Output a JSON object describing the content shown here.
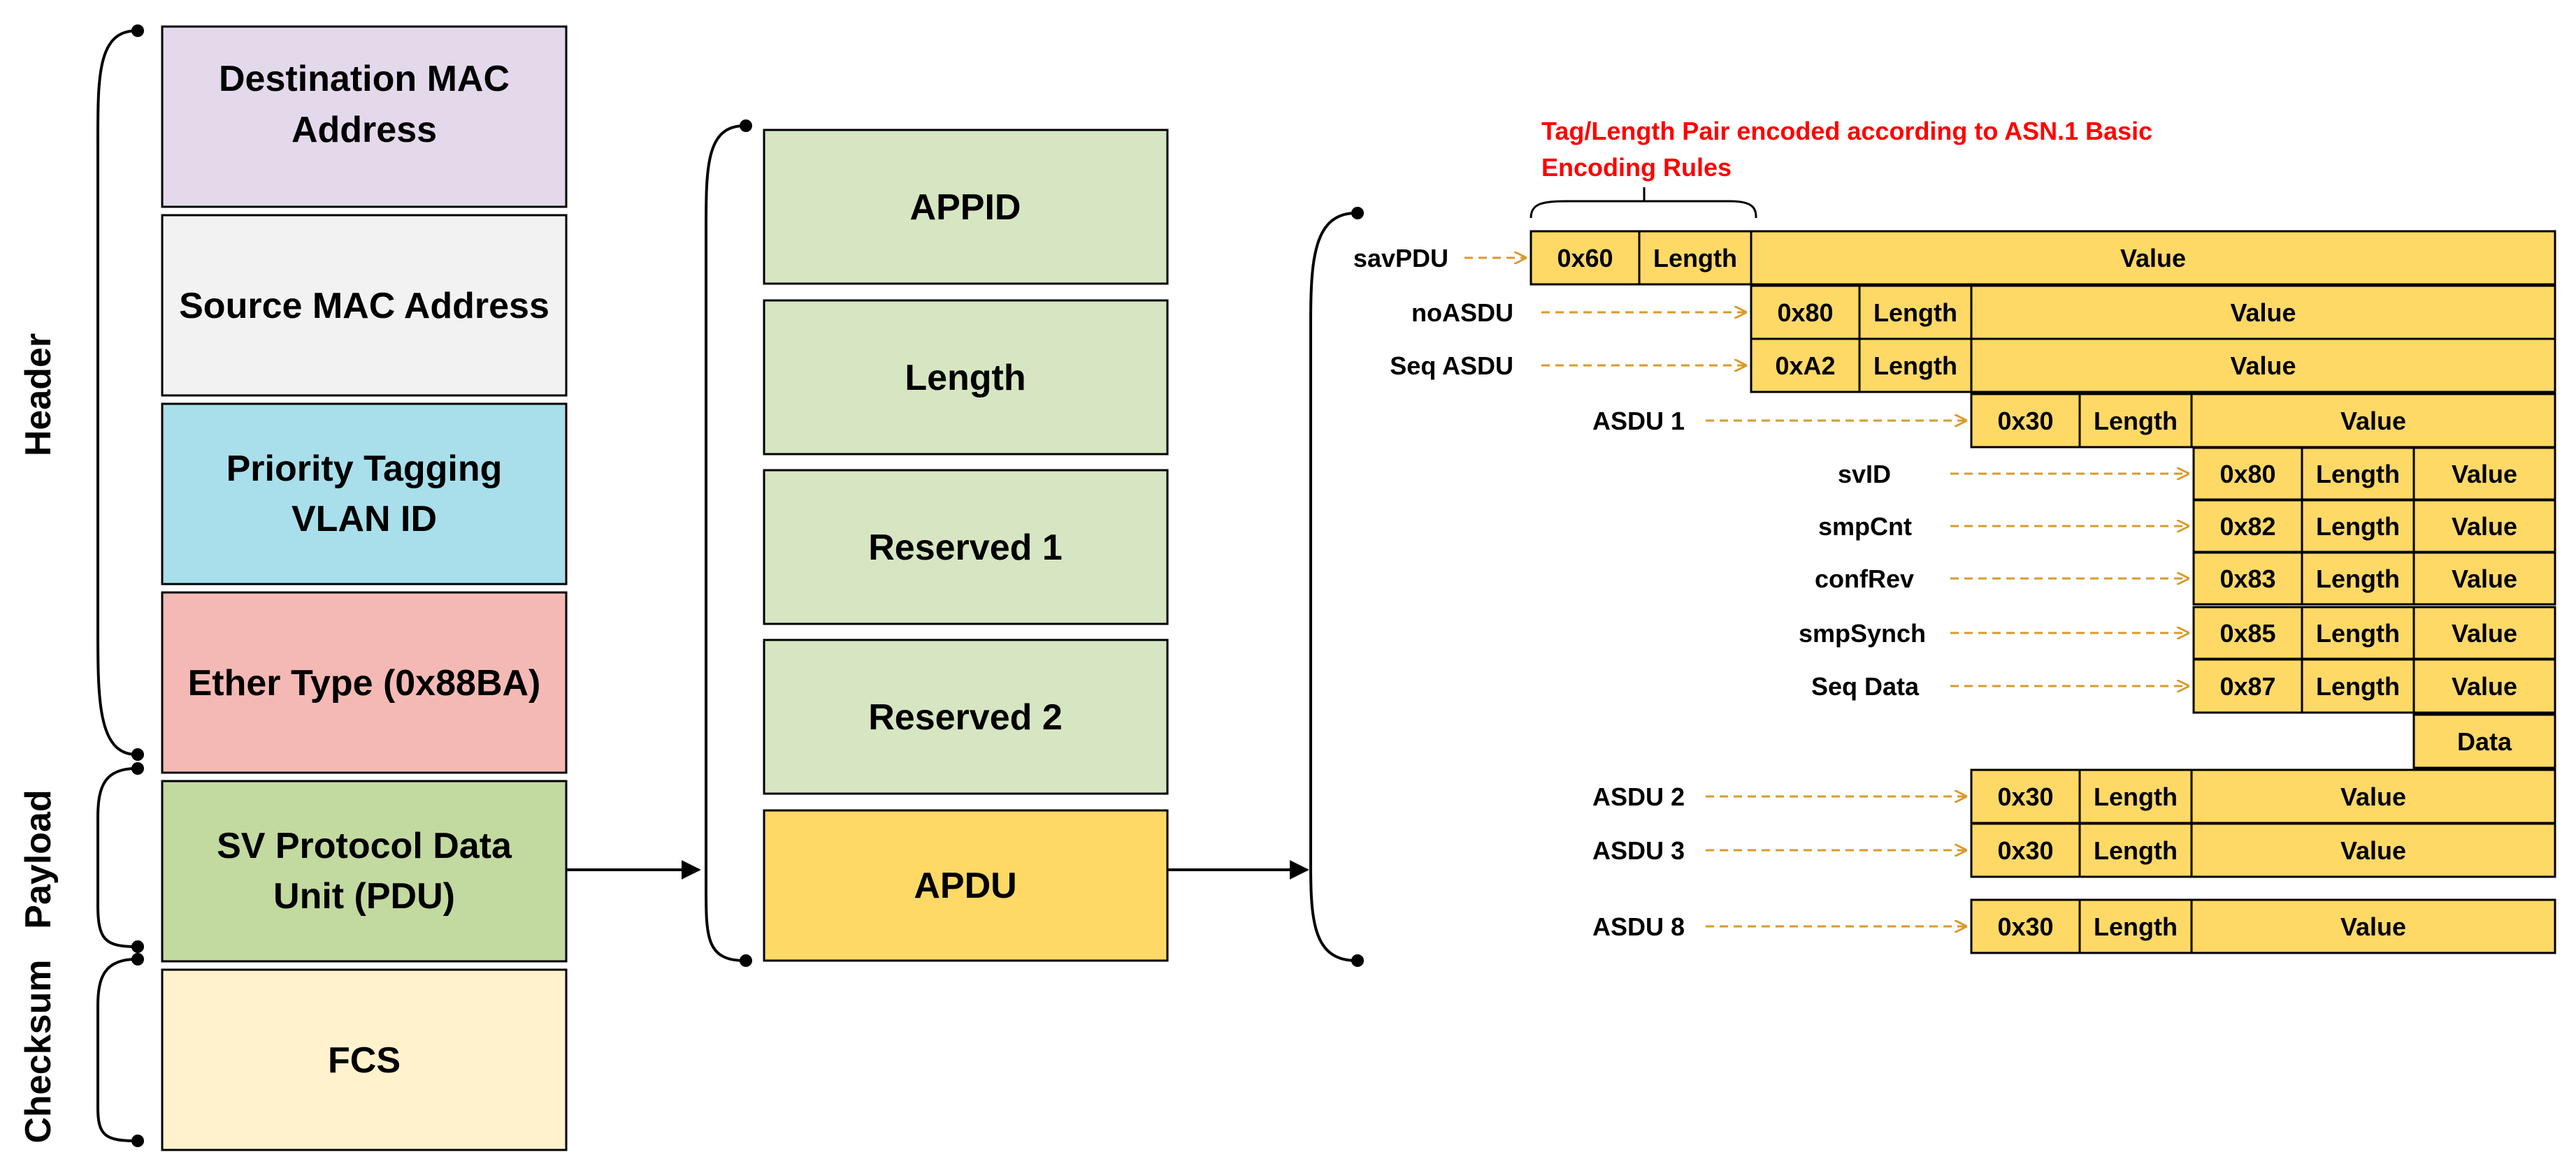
{
  "frame": {
    "fields": [
      {
        "label_lines": [
          "Destination MAC",
          "Address"
        ],
        "color": "#E3D9EB"
      },
      {
        "label_lines": [
          "Source MAC Address"
        ],
        "color": "#F2F2F2"
      },
      {
        "label_lines": [
          "Priority Tagging",
          "VLAN ID"
        ],
        "color": "#A8DFEB"
      },
      {
        "label_lines": [
          "Ether Type (0x88BA)"
        ],
        "color": "#F4B9B5"
      },
      {
        "label_lines": [
          "SV Protocol Data",
          "Unit (PDU)"
        ],
        "color": "#C2D9A0"
      },
      {
        "label_lines": [
          "FCS"
        ],
        "color": "#FFF2CC"
      }
    ],
    "brace_labels": [
      "Header",
      "Payload",
      "Checksum"
    ]
  },
  "pdu": {
    "fields": [
      {
        "label": "APPID",
        "color": "#D6E6C2"
      },
      {
        "label": "Length",
        "color": "#D6E6C2"
      },
      {
        "label": "Reserved 1",
        "color": "#D6E6C2"
      },
      {
        "label": "Reserved 2",
        "color": "#D6E6C2"
      },
      {
        "label": "APDU",
        "color": "#FFD966"
      }
    ]
  },
  "apdu": {
    "annotation_lines": [
      "Tag/Length Pair encoded according to ASN.1 Basic",
      "Encoding Rules"
    ],
    "annotation_color": "#FF0000",
    "cell_color": "#FFD966",
    "arrow_color": "#D99A2B",
    "rows": [
      {
        "label": "savPDU",
        "tag": "0x60",
        "length": "Length",
        "value": "Value"
      },
      {
        "label": "noASDU",
        "tag": "0x80",
        "length": "Length",
        "value": "Value"
      },
      {
        "label": "Seq ASDU",
        "tag": "0xA2",
        "length": "Length",
        "value": "Value"
      },
      {
        "label": "ASDU 1",
        "tag": "0x30",
        "length": "Length",
        "value": "Value"
      },
      {
        "label": "svID",
        "tag": "0x80",
        "length": "Length",
        "value": "Value"
      },
      {
        "label": "smpCnt",
        "tag": "0x82",
        "length": "Length",
        "value": "Value"
      },
      {
        "label": "confRev",
        "tag": "0x83",
        "length": "Length",
        "value": "Value"
      },
      {
        "label": "smpSynch",
        "tag": "0x85",
        "length": "Length",
        "value": "Value"
      },
      {
        "label": "Seq Data",
        "tag": "0x87",
        "length": "Length",
        "value": "Value"
      },
      {
        "label": "",
        "tag": "",
        "length": "",
        "value": "Data"
      },
      {
        "label": "ASDU 2",
        "tag": "0x30",
        "length": "Length",
        "value": "Value"
      },
      {
        "label": "ASDU 3",
        "tag": "0x30",
        "length": "Length",
        "value": "Value"
      },
      {
        "label": "ASDU 8",
        "tag": "0x30",
        "length": "Length",
        "value": "Value"
      }
    ]
  }
}
